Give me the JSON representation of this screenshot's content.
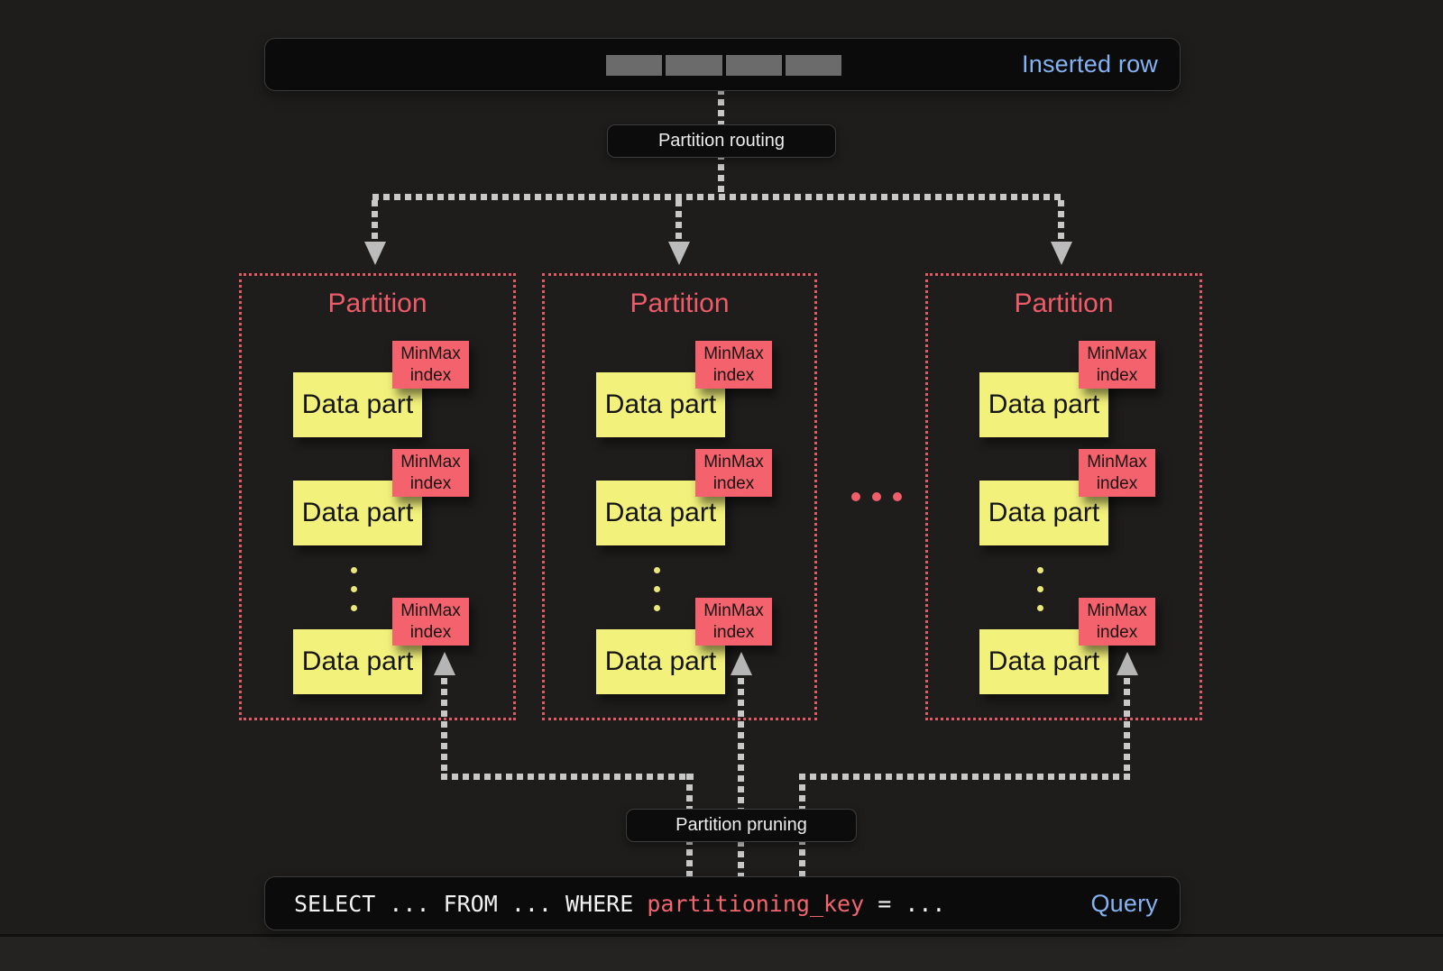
{
  "top_bar": {
    "label": "Inserted row",
    "cells": 4
  },
  "routing": {
    "label": "Partition routing"
  },
  "pruning": {
    "label": "Partition pruning"
  },
  "partitions": [
    {
      "title": "Partition",
      "parts": [
        {
          "minmax": "MinMax index",
          "label": "Data part"
        },
        {
          "minmax": "MinMax index",
          "label": "Data part"
        },
        {
          "minmax": "MinMax index",
          "label": "Data part"
        }
      ]
    },
    {
      "title": "Partition",
      "parts": [
        {
          "minmax": "MinMax index",
          "label": "Data part"
        },
        {
          "minmax": "MinMax index",
          "label": "Data part"
        },
        {
          "minmax": "MinMax index",
          "label": "Data part"
        }
      ]
    },
    {
      "title": "Partition",
      "parts": [
        {
          "minmax": "MinMax index",
          "label": "Data part"
        },
        {
          "minmax": "MinMax index",
          "label": "Data part"
        },
        {
          "minmax": "MinMax index",
          "label": "Data part"
        }
      ]
    }
  ],
  "query_bar": {
    "sql_before": "SELECT ... FROM ... WHERE ",
    "sql_key": "partitioning_key",
    "sql_after": " = ...",
    "label": "Query"
  },
  "colors": {
    "background": "#1e1d1c",
    "bar_fill": "#0b0b0b",
    "accent_blue": "#84b2f2",
    "partition_coral": "#ee5c6a",
    "datapart_yellow": "#f2f17b",
    "minmax_red": "#f4636d",
    "connector_gray": "#c8c8c8",
    "row_cell_gray": "#6b6b6b"
  }
}
